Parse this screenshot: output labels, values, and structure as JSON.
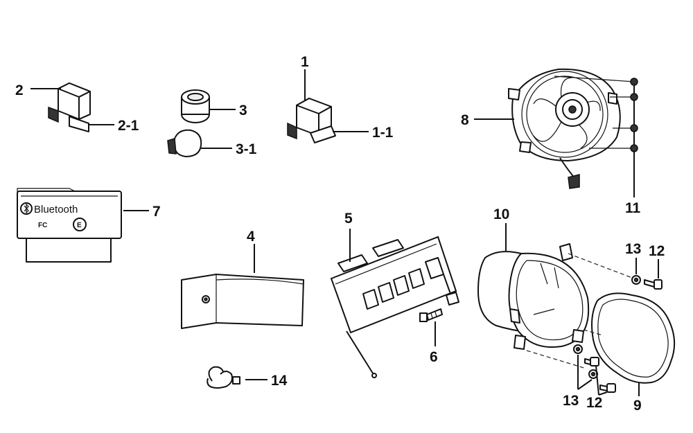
{
  "callouts": {
    "c1": "1",
    "c1_1": "1-1",
    "c2": "2",
    "c2_1": "2-1",
    "c3": "3",
    "c3_1": "3-1",
    "c4": "4",
    "c5": "5",
    "c6": "6",
    "c7": "7",
    "c8": "8",
    "c9": "9",
    "c10": "10",
    "c11": "11",
    "c12a": "12",
    "c13a": "13",
    "c12b": "12",
    "c13b": "13",
    "c14": "14"
  },
  "module_markings": {
    "brand": "Bluetooth",
    "fcc": "FC",
    "ce": "E"
  },
  "icons": [
    "bluetooth-icon"
  ]
}
